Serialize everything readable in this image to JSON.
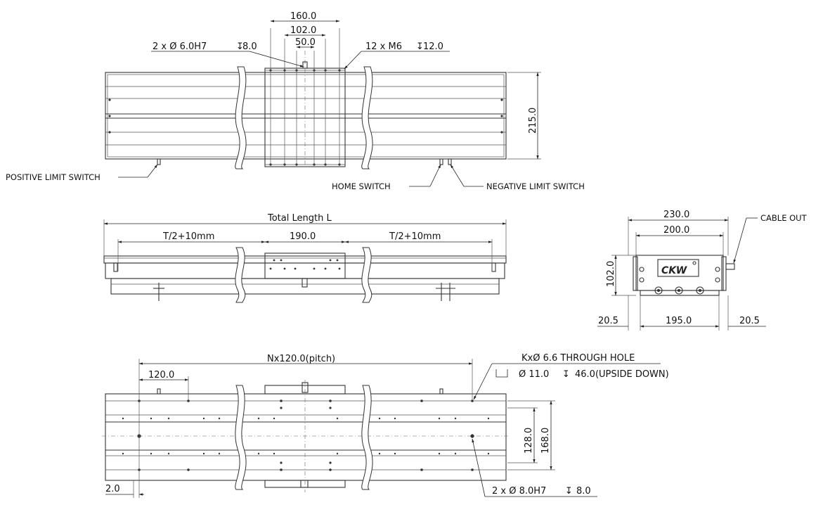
{
  "top_view": {
    "dims": {
      "d160": "160.0",
      "d102": "102.0",
      "d50": "50.0",
      "d215": "215.0"
    },
    "callouts": {
      "pin_holes": "2 x Ø  6.0H7",
      "pin_depth": "8.0",
      "tap_holes": "12 x M6",
      "tap_depth": "12.0",
      "positive_limit": "POSITIVE LIMIT SWITCH",
      "home": "HOME SWITCH",
      "negative_limit": "NEGATIVE LIMIT SWITCH"
    }
  },
  "side_view": {
    "total_length": "Total Length L",
    "left_seg": "T/2+10mm",
    "carriage": "190.0",
    "right_seg": "T/2+10mm"
  },
  "end_view": {
    "d230": "230.0",
    "d200": "200.0",
    "d102": "102.0",
    "d20_5_left": "20.5",
    "d195": "195.0",
    "d20_5_right": "20.5",
    "cable_out": "CABLE OUT",
    "logo": "CKW"
  },
  "bottom_view": {
    "pitch": "Nx120.0(pitch)",
    "d120": "120.0",
    "d2": "2.0",
    "d128": "128.0",
    "d168": "168.0",
    "through_hole": "KxØ 6.6 THROUGH HOLE",
    "cbore": "Ø  11.0",
    "cbore_depth": "46.0(UPSIDE DOWN)",
    "pins": "2 x Ø  8.0H7",
    "pins_depth": "8.0"
  },
  "colors": {
    "line": "#333333",
    "background": "#ffffff"
  }
}
